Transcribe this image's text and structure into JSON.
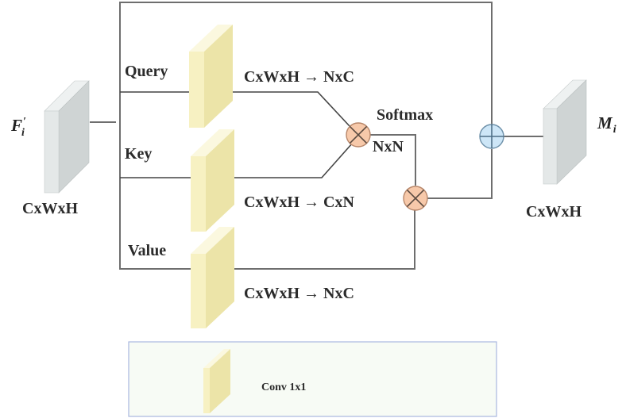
{
  "input_feature": {
    "symbol": "F",
    "prime": "′",
    "subscript": "i",
    "shape_label": "CxWxH"
  },
  "output_feature": {
    "symbol": "M",
    "subscript": "i",
    "shape_label": "CxWxH"
  },
  "branches": [
    {
      "name": "Query",
      "reshape": "CxWxH → NxC"
    },
    {
      "name": "Key",
      "reshape": "CxWxH → CxN"
    },
    {
      "name": "Value",
      "reshape": "CxWxH → NxC"
    }
  ],
  "attention": {
    "softmax_label": "Softmax",
    "attention_shape": "NxN"
  },
  "operators": {
    "multiply_symbol": "matrix-multiply",
    "add_symbol": "element-wise-add"
  },
  "legend": {
    "conv_label": "Conv 1x1"
  },
  "colors": {
    "conv_block_front": "#f7f1c2",
    "conv_block_side": "#ece4a8",
    "conv_block_top": "#fbf8df",
    "feature_block_front": "#e4e8e8",
    "feature_block_side": "#cfd4d4",
    "feature_block_top": "#eef1f1",
    "multiply_fill": "#f7c9aa",
    "multiply_stroke": "#b8876a",
    "add_fill": "#cde6f7",
    "add_stroke": "#6c8fa8",
    "legend_bg": "#f7fbf5",
    "legend_border": "#a9b8e0",
    "wire": "#6e6e6e"
  }
}
